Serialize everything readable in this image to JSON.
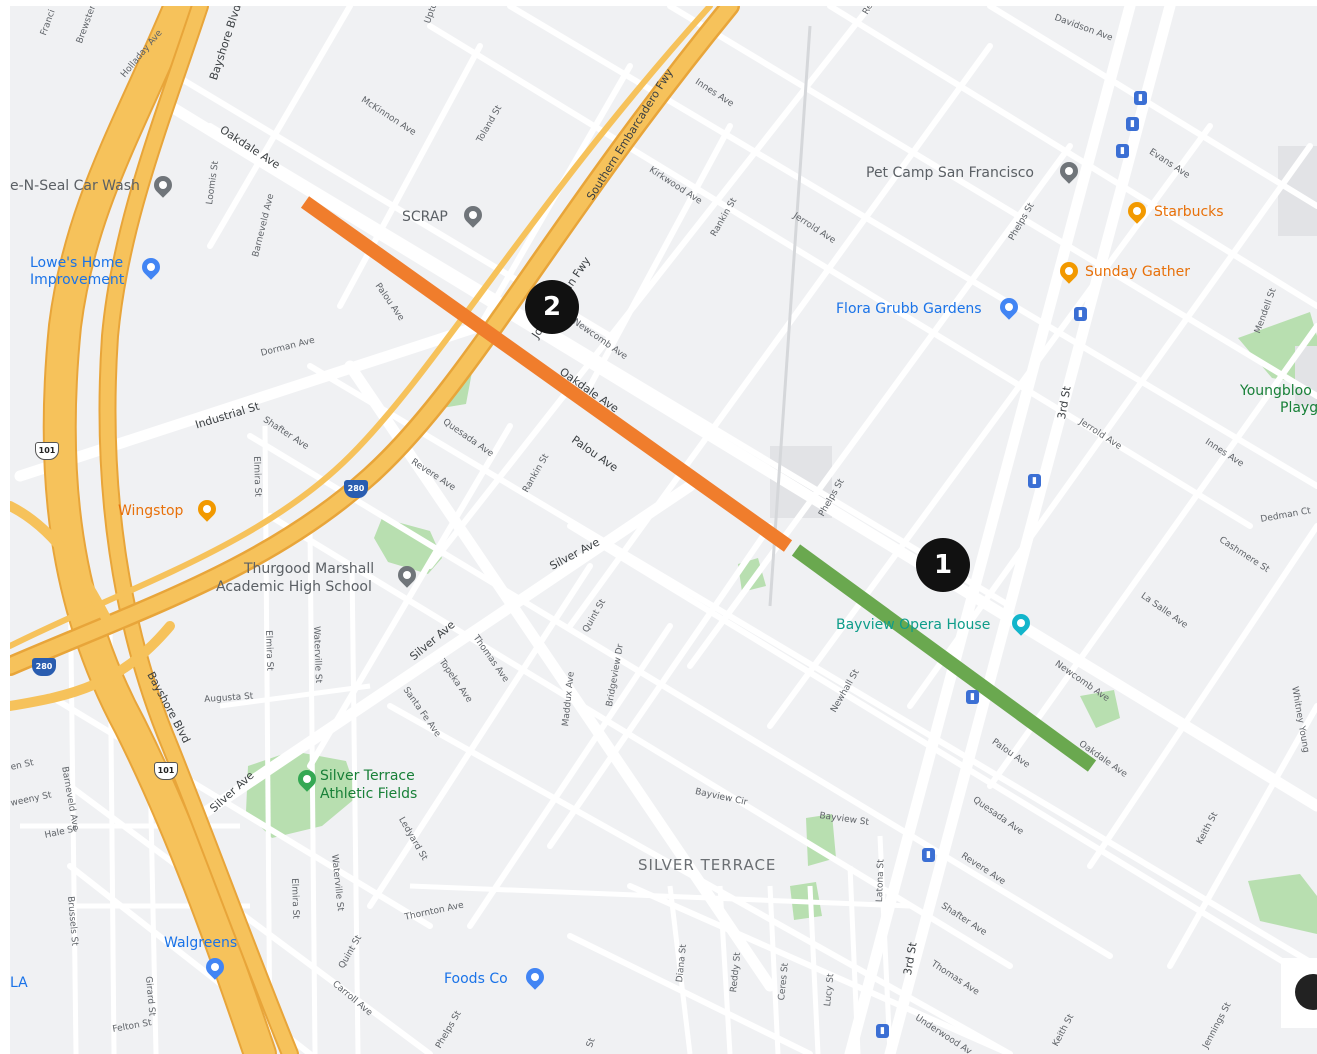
{
  "colors": {
    "segment_1": "#6aa84f",
    "segment_2": "#f07d2c",
    "highway": "#f6c25b",
    "highway_edge": "#e8a53a",
    "road": "#ffffff",
    "land": "#f0f1f3",
    "park": "#b8dfb0",
    "marker": "#111111"
  },
  "markers": [
    {
      "id": "1",
      "label": "1"
    },
    {
      "id": "2",
      "label": "2"
    }
  ],
  "highways": {
    "john_foran": "John F. Foran Fwy",
    "southern_embarcadero": "Southern Embarcadero Fwy",
    "shield_101": "101",
    "shield_280": "280"
  },
  "streets": {
    "oakdale_nw": "Oakdale Ave",
    "oakdale_mid": "Oakdale Ave",
    "oakdale_se": "Oakdale Ave",
    "palou": "Palou Ave",
    "palou_se": "Palou Ave",
    "palou_nw": "Palou Ave",
    "industrial": "Industrial St",
    "silver_1": "Silver Ave",
    "silver_2": "Silver Ave",
    "silver_3": "Silver Ave",
    "bayshore_1": "Bayshore Blvd",
    "bayshore_2": "Bayshore Blvd",
    "third_1": "3rd St",
    "third_2": "3rd St",
    "mckinnon": "McKinnon Ave",
    "toland": "Toland St",
    "innes": "Innes Ave",
    "innes_se": "Innes Ave",
    "kirkwood": "Kirkwood Ave",
    "rankin_n": "Rankin St",
    "rankin_s": "Rankin St",
    "jerrold_n": "Jerrold Ave",
    "jerrold_se": "Jerrold Ave",
    "newcomb": "Newcomb Ave",
    "newcomb_se": "Newcomb Ave",
    "phelps_n": "Phelps St",
    "phelps_mid": "Phelps St",
    "phelps_s": "Phelps St",
    "evans": "Evans Ave",
    "davidson": "Davidson Ave",
    "dorman": "Dorman Ave",
    "barneveld_n": "Barneveld Ave",
    "barneveld_s": "Barneveld Ave",
    "loomis": "Loomis St",
    "shafter_w": "Shafter Ave",
    "shafter_e": "Shafter Ave",
    "quesada_w": "Quesada Ave",
    "quesada_e": "Quesada Ave",
    "revere_w": "Revere Ave",
    "revere_e": "Revere Ave",
    "thomas_w": "Thomas Ave",
    "thomas_e": "Thomas Ave",
    "topeka": "Topeka Ave",
    "santa_fe": "Santa Fe Ave",
    "quint_n": "Quint St",
    "quint_s": "Quint St",
    "maddux": "Maddux Ave",
    "bridgeview": "Bridgeview Dr",
    "bayview_cir": "Bayview Cir",
    "bayview_st": "Bayview St",
    "newhall": "Newhall St",
    "la_salle": "La Salle Ave",
    "cashmere": "Cashmere St",
    "dedman": "Dedman Ct",
    "keith_n": "Keith St",
    "keith_s": "Keith St",
    "elmira_1": "Elmira St",
    "elmira_2": "Elmira St",
    "elmira_3": "Elmira St",
    "waterville_1": "Waterville St",
    "waterville_2": "Waterville St",
    "augusta": "Augusta St",
    "ledyard": "Ledyard St",
    "thornton": "Thornton Ave",
    "carroll": "Carroll Ave",
    "latona": "Latona St",
    "diana": "Diana St",
    "reddy": "Reddy St",
    "ceres": "Ceres St",
    "lucy": "Lucy St",
    "underwood": "Underwood Av",
    "jennings": "Jennings St",
    "mendell": "Mendell St",
    "whitney_young": "Whitney Young",
    "felton": "Felton St",
    "girard": "Girard St",
    "brussels": "Brussels St",
    "hale": "Hale St",
    "sweeny": "weeny St",
    "woolsey": "en St",
    "brewster": "Brewster",
    "holladay": "Holladay Ave",
    "francis": "Franci",
    "upton": "Upto",
    "re_st": "Re",
    "st_bottom": "St"
  },
  "pois": {
    "car_wash": "e-N-Seal Car Wash",
    "lowes_1": "Lowe's Home",
    "lowes_2": "Improvement",
    "scrap": "SCRAP",
    "pet_camp": "Pet Camp San Francisco",
    "starbucks": "Starbucks",
    "sunday_gather": "Sunday Gather",
    "flora_grubb": "Flora Grubb Gardens",
    "youngblood_1": "Youngbloo",
    "youngblood_2": "Playg",
    "wingstop": "Wingstop",
    "thurgood_1": "Thurgood Marshall",
    "thurgood_2": "Academic High School",
    "opera_house": "Bayview Opera House",
    "silver_terrace_fields_1": "Silver Terrace",
    "silver_terrace_fields_2": "Athletic Fields",
    "walgreens": "Walgreens",
    "foods_co": "Foods Co",
    "la_partial": "LA"
  },
  "districts": {
    "silver_terrace": "SILVER TERRACE"
  }
}
